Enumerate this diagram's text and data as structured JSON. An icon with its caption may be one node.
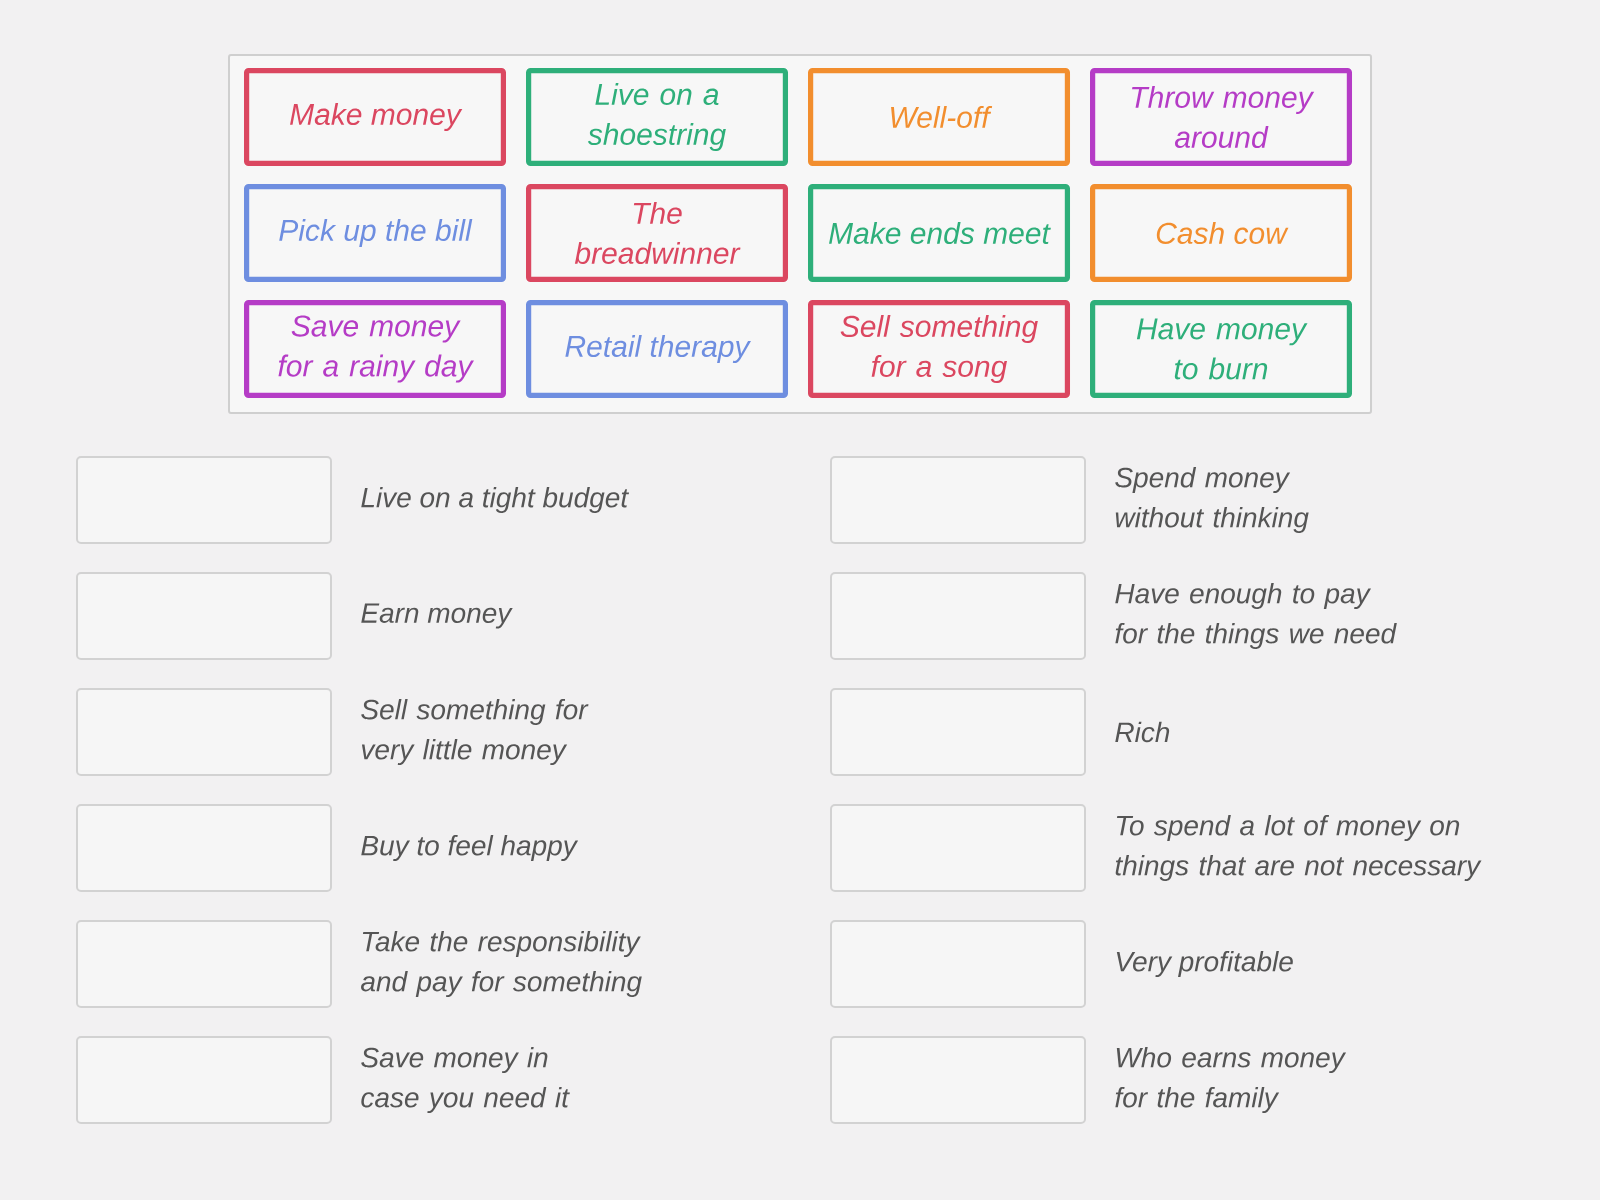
{
  "diagram": {
    "nodes": [
      {
        "text": [],
        "shape": "box"
      },
      {
        "text": [
          "Make money"
        ],
        "in": 0
      },
      {
        "text": [
          "Live on a shoestring"
        ],
        "in": 0
      },
      {
        "text": [
          "Well-off"
        ],
        "in": 0
      },
      {
        "text": [
          "Throw money around"
        ],
        "in": 0
      },
      {
        "text": [
          "Pick up the bill"
        ],
        "in": 0
      },
      {
        "text": [
          "The breadwinner"
        ],
        "in": 0
      },
      {
        "text": [
          "Make ends meet"
        ],
        "in": 0
      },
      {
        "text": [
          "Cash cow"
        ],
        "in": 0
      },
      {
        "text": [
          "Save money for a rainy day"
        ],
        "in": 0
      },
      {
        "text": [
          "Retail therapy"
        ],
        "in": 0
      },
      {
        "text": [
          "Sell something for a song"
        ],
        "in": 0
      },
      {
        "text": [
          "Have money to burn"
        ],
        "in": 0
      },
      {
        "text": [],
        "shape": "box",
        "beside": [
          "Live on a tight budget"
        ]
      },
      {
        "text": [],
        "shape": "box",
        "beside": [
          "Earn money"
        ]
      },
      {
        "text": [],
        "shape": "box",
        "beside": [
          "Sell something for very little money"
        ]
      },
      {
        "text": [],
        "shape": "box",
        "beside": [
          "Buy to feel happy"
        ]
      },
      {
        "text": [],
        "shape": "box",
        "beside": [
          "Take the responsibility and pay for something"
        ]
      },
      {
        "text": [],
        "shape": "box",
        "beside": [
          "Save money in case you need it"
        ]
      },
      {
        "text": [],
        "shape": "box",
        "beside": [
          "Spend money without thinking"
        ]
      },
      {
        "text": [],
        "shape": "box",
        "beside": [
          "Have enough to pay for the things we need"
        ]
      },
      {
        "text": [],
        "shape": "box",
        "beside": [
          "Rich"
        ]
      },
      {
        "text": [],
        "shape": "box",
        "beside": [
          "To spend a lot of money on things that are not necessary"
        ]
      },
      {
        "text": [],
        "shape": "box",
        "beside": [
          "Very profitable"
        ]
      },
      {
        "text": [],
        "shape": "box",
        "beside": [
          "Who earns money for the family"
        ]
      }
    ]
  }
}
